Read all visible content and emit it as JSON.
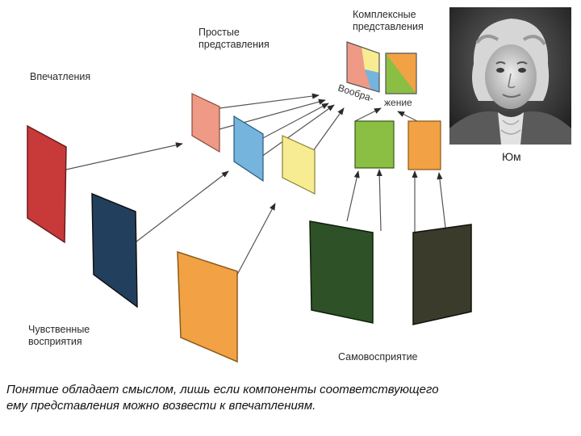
{
  "labels": {
    "impressions": "Впечатления",
    "simple_line1": "Простые",
    "simple_line2": "представления",
    "complex_line1": "Комплексные",
    "complex_line2": "представления",
    "imagination_part1": "Вообра-",
    "imagination_part2": "жение",
    "sensations_line1": "Чувственные",
    "sensations_line2": "восприятия",
    "self_perception": "Самовосприятие"
  },
  "portrait": {
    "name": "Юм"
  },
  "caption": {
    "line1": "Понятие обладает смыслом, лишь если компоненты соответствующего",
    "line2": "ему представления можно возвести к впечатлениям."
  },
  "colors": {
    "red": "#c8393a",
    "navy": "#22405e",
    "orange": "#f2a244",
    "pink": "#ef9a86",
    "blue": "#74b4dd",
    "yellow": "#f7ec92",
    "light_green": "#8bbf44",
    "dark_green": "#2e5128",
    "dark_olive": "#3b3b2c",
    "arrow": "#444444"
  }
}
